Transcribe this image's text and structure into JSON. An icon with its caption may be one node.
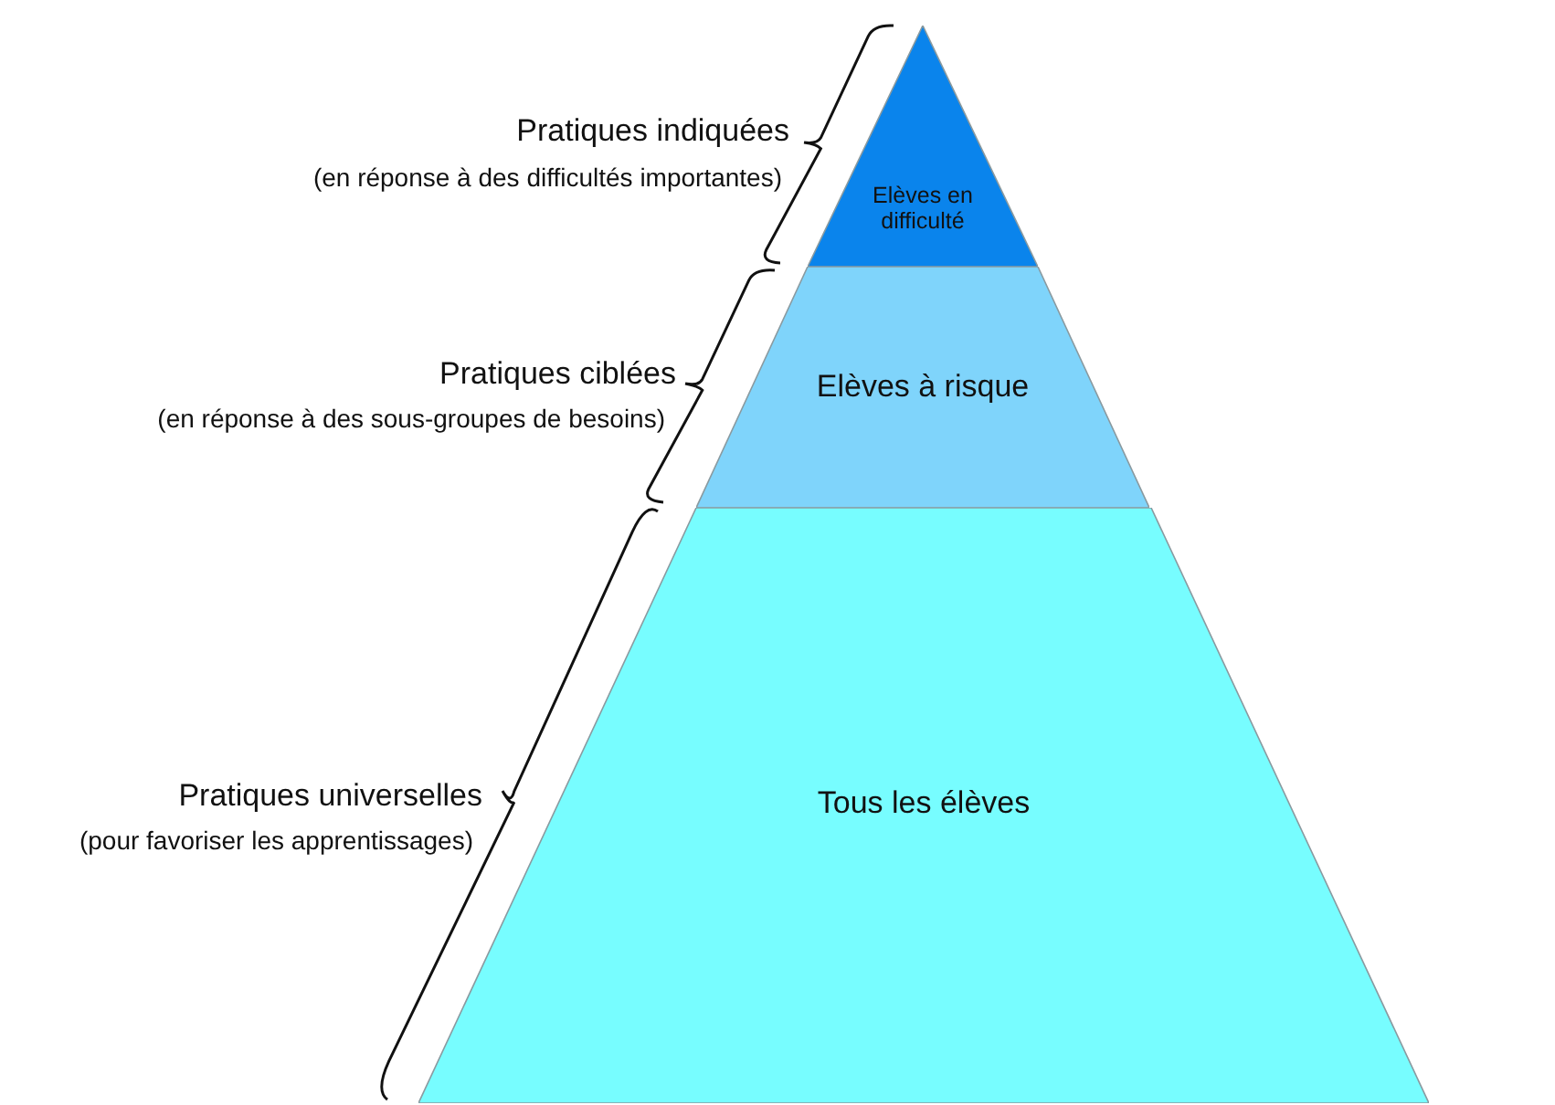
{
  "diagram": {
    "nodes": [
      {
        "text": [
          "Elèves en difficulté"
        ]
      },
      {
        "text": [
          "Elèves à risque"
        ]
      },
      {
        "text": [
          "Tous les élèves"
        ]
      }
    ],
    "labels": [
      "Pratiques indiquées",
      "(en réponse à des difficultés importantes)",
      "Pratiques ciblées",
      "(en réponse à des sous-groupes de besoins)",
      "Pratiques universelles",
      "(pour favoriser les apprentissages)"
    ]
  }
}
